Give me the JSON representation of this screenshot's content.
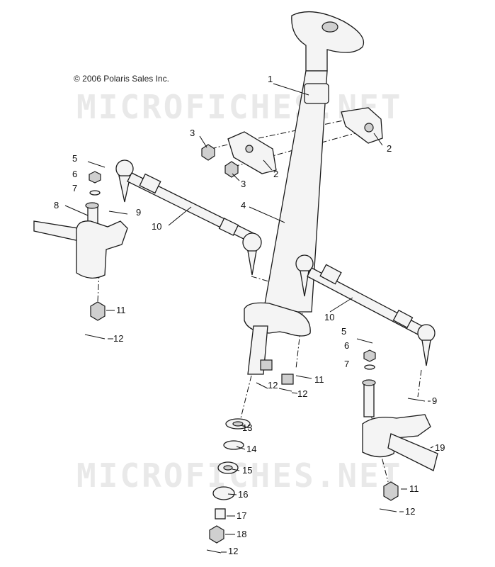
{
  "copyright": "© 2006 Polaris Sales Inc.",
  "watermark": "MICROFICHES.NET",
  "callouts": {
    "c1": "1",
    "c2a": "2",
    "c2b": "2",
    "c3a": "3",
    "c3b": "3",
    "c4": "4",
    "c5a": "5",
    "c5b": "5",
    "c6a": "6",
    "c6b": "6",
    "c7a": "7",
    "c7b": "7",
    "c8": "8",
    "c9a": "9",
    "c9b": "9",
    "c10a": "10",
    "c10b": "10",
    "c11a": "11",
    "c11b": "11",
    "c11c": "11",
    "c12a": "12",
    "c12b": "12",
    "c12c": "12",
    "c12d": "12",
    "c12e": "12",
    "c13": "13",
    "c14": "14",
    "c15": "15",
    "c16": "16",
    "c17": "17",
    "c18": "18",
    "c19": "19"
  }
}
